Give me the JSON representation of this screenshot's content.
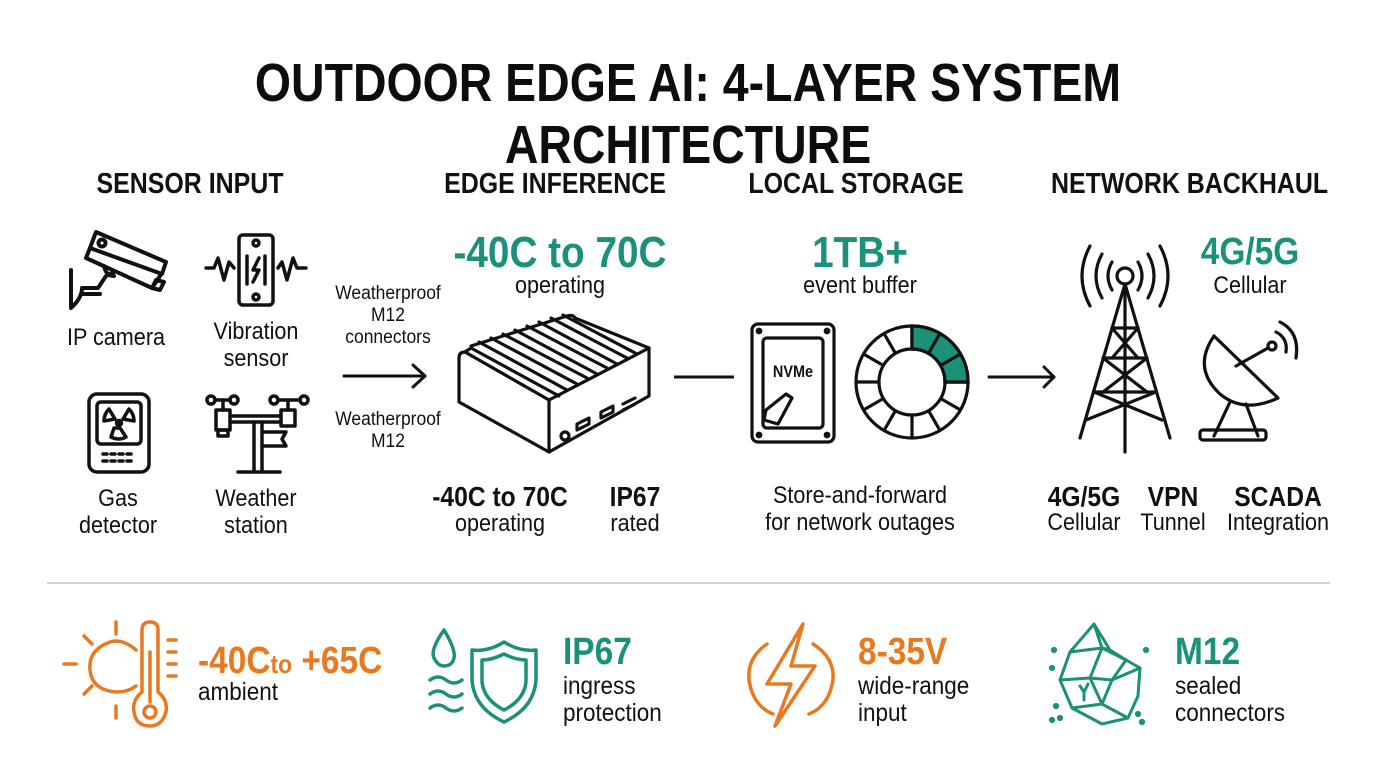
{
  "title": "OUTDOOR EDGE AI: 4-LAYER SYSTEM ARCHITECTURE",
  "colors": {
    "teal": "#1a9178",
    "orange": "#e8791f",
    "text": "#111111",
    "divider": "#d2d2d2"
  },
  "layers": {
    "sensor_input": {
      "heading": "SENSOR INPUT",
      "sensors": [
        {
          "label_line1": "IP camera",
          "label_line2": "",
          "icon": "security-camera-icon"
        },
        {
          "label_line1": "Vibration",
          "label_line2": "sensor",
          "icon": "vibration-sensor-icon"
        },
        {
          "label_line1": "Gas",
          "label_line2": "detector",
          "icon": "gas-detector-icon"
        },
        {
          "label_line1": "Weather",
          "label_line2": "station",
          "icon": "weather-station-icon"
        }
      ],
      "connector_top": {
        "line1": "Weatherproof",
        "line2": "M12",
        "line3": "connectors"
      },
      "connector_bottom": {
        "line1": "Weatherproof",
        "line2": "M12"
      }
    },
    "edge_inference": {
      "heading": "EDGE INFERENCE",
      "highlight": "-40C to 70C",
      "highlight_sub": "operating",
      "icon": "fanless-edge-computer-icon",
      "stats": [
        {
          "value": "-40C to 70C",
          "label": "operating"
        },
        {
          "value": "IP67",
          "label": "rated"
        }
      ]
    },
    "local_storage": {
      "heading": "LOCAL STORAGE",
      "highlight": "1TB+",
      "highlight_sub": "event buffer",
      "drive_label": "NVMe",
      "ring_segments_total": 12,
      "ring_segments_filled": 3,
      "caption_line1": "Store-and-forward",
      "caption_line2": "for network outages"
    },
    "network_backhaul": {
      "heading": "NETWORK BACKHAUL",
      "highlight": "4G/5G",
      "highlight_sub": "Cellular",
      "stats": [
        {
          "value": "4G/5G",
          "label": "Cellular"
        },
        {
          "value": "VPN",
          "label": "Tunnel"
        },
        {
          "value": "SCADA",
          "label": "Integration"
        }
      ]
    }
  },
  "features": [
    {
      "value_a": "-40C",
      "value_mid": "to",
      "value_b": "+65C",
      "line1": "ambient",
      "line2": "",
      "color": "#e8791f",
      "icon": "sun-thermometer-icon"
    },
    {
      "value_a": "IP67",
      "value_mid": "",
      "value_b": "",
      "line1": "ingress",
      "line2": "protection",
      "color": "#1a9178",
      "icon": "water-shield-icon"
    },
    {
      "value_a": "8-35V",
      "value_mid": "",
      "value_b": "",
      "line1": "wide-range",
      "line2": "input",
      "color": "#e8791f",
      "icon": "power-bolt-icon"
    },
    {
      "value_a": "M12",
      "value_mid": "",
      "value_b": "",
      "line1": "sealed",
      "line2": "connectors",
      "color": "#1a9178",
      "icon": "sealed-rock-icon"
    }
  ]
}
